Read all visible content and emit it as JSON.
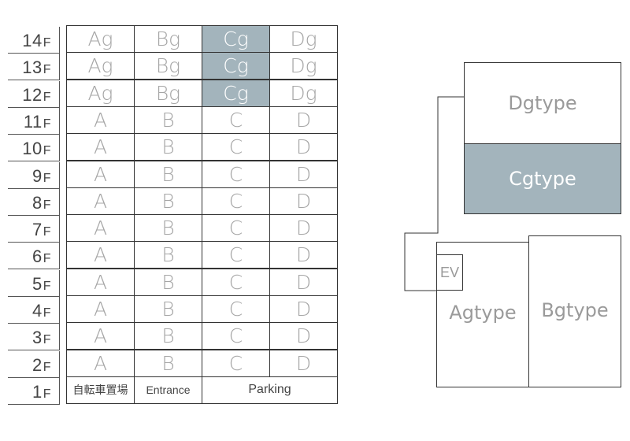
{
  "floors": [
    {
      "num": "14",
      "unit": "F",
      "cells": [
        "Ag",
        "Bg",
        "Cg",
        "Dg"
      ],
      "highlight": 2
    },
    {
      "num": "13",
      "unit": "F",
      "cells": [
        "Ag",
        "Bg",
        "Cg",
        "Dg"
      ],
      "highlight": 2
    },
    {
      "num": "12",
      "unit": "F",
      "cells": [
        "Ag",
        "Bg",
        "Cg",
        "Dg"
      ],
      "highlight": 2
    },
    {
      "num": "11",
      "unit": "F",
      "cells": [
        "A",
        "B",
        "C",
        "D"
      ]
    },
    {
      "num": "10",
      "unit": "F",
      "cells": [
        "A",
        "B",
        "C",
        "D"
      ]
    },
    {
      "num": "9",
      "unit": "F",
      "cells": [
        "A",
        "B",
        "C",
        "D"
      ]
    },
    {
      "num": "8",
      "unit": "F",
      "cells": [
        "A",
        "B",
        "C",
        "D"
      ]
    },
    {
      "num": "7",
      "unit": "F",
      "cells": [
        "A",
        "B",
        "C",
        "D"
      ]
    },
    {
      "num": "6",
      "unit": "F",
      "cells": [
        "A",
        "B",
        "C",
        "D"
      ]
    },
    {
      "num": "5",
      "unit": "F",
      "cells": [
        "A",
        "B",
        "C",
        "D"
      ]
    },
    {
      "num": "4",
      "unit": "F",
      "cells": [
        "A",
        "B",
        "C",
        "D"
      ]
    },
    {
      "num": "3",
      "unit": "F",
      "cells": [
        "A",
        "B",
        "C",
        "D"
      ]
    },
    {
      "num": "2",
      "unit": "F",
      "cells": [
        "A",
        "B",
        "C",
        "D"
      ]
    }
  ],
  "ground": {
    "num": "1",
    "unit": "F",
    "cells": [
      "自転車置場",
      "Entrance",
      "Parking"
    ]
  },
  "plan": {
    "dgtype": "Dgtype",
    "cgtype": "Cgtype",
    "agtype": "Agtype",
    "bgtype": "Bgtype",
    "ev": "EV"
  },
  "colors": {
    "highlight": "#a3b4bc",
    "text": "#a6a6a6",
    "line": "#333333"
  }
}
